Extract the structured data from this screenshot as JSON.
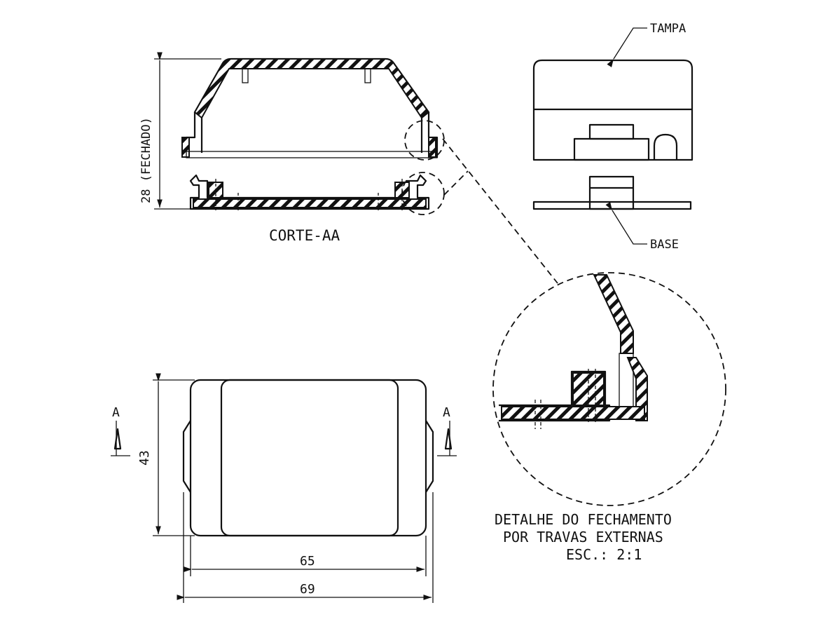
{
  "labels": {
    "tampa": "TAMPA",
    "base": "BASE",
    "corte": "CORTE-AA",
    "altura": "28 (FECHADO)",
    "dim_43": "43",
    "dim_65": "65",
    "dim_69": "69",
    "section_left": "A",
    "section_right": "A",
    "detalhe_line1": "DETALHE DO FECHAMENTO",
    "detalhe_line2": "POR TRAVAS EXTERNAS",
    "detalhe_line3": "ESC.: 2:1"
  },
  "colors": {
    "line": "#111111",
    "background": "#ffffff"
  }
}
